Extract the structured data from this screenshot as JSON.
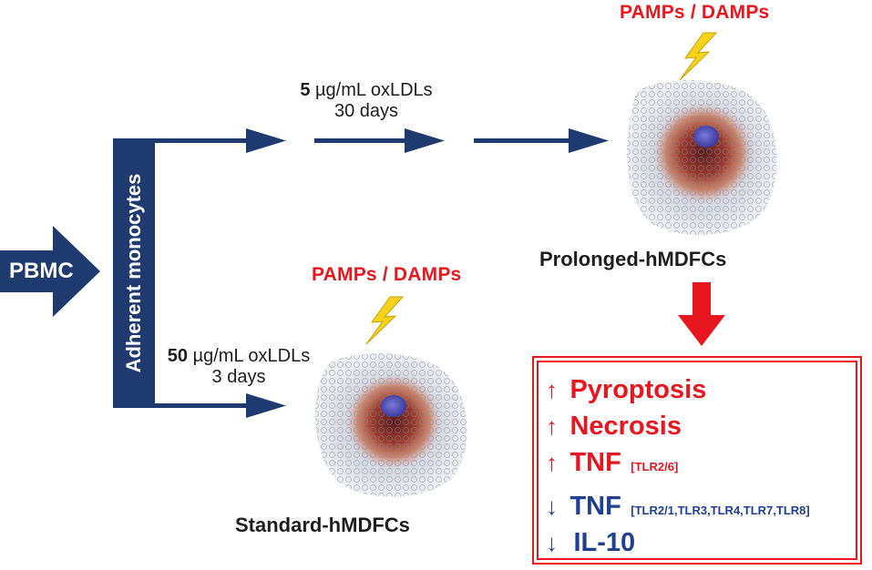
{
  "pbmc": "PBMC",
  "adherent": "Adherent monocytes",
  "prolonged": {
    "dose": "5",
    "unit": "µg/mL oxLDLs",
    "duration": "30 days",
    "stimulus": "PAMPs / DAMPs",
    "cell_label": "Prolonged-hMDFCs"
  },
  "standard": {
    "dose": "50",
    "unit": "µg/mL oxLDLs",
    "duration": "3 days",
    "stimulus": "PAMPs / DAMPs",
    "cell_label": "Standard-hMDFCs"
  },
  "outcomes": {
    "pyroptosis": {
      "arrow": "↑",
      "label": "Pyroptosis"
    },
    "necrosis": {
      "arrow": "↑",
      "label": "Necrosis"
    },
    "tnf_up": {
      "arrow": "↑",
      "label": "TNF",
      "receptors": "[TLR2/6]"
    },
    "tnf_down": {
      "arrow": "↓",
      "label": "TNF",
      "receptors": "[TLR2/1,TLR3,TLR4,TLR7,TLR8]"
    },
    "il10": {
      "arrow": "↓",
      "label": "IL-10"
    }
  },
  "colors": {
    "navy": "#1f3a6e",
    "red": "#e8161e",
    "lightning": "#f7d21b"
  }
}
